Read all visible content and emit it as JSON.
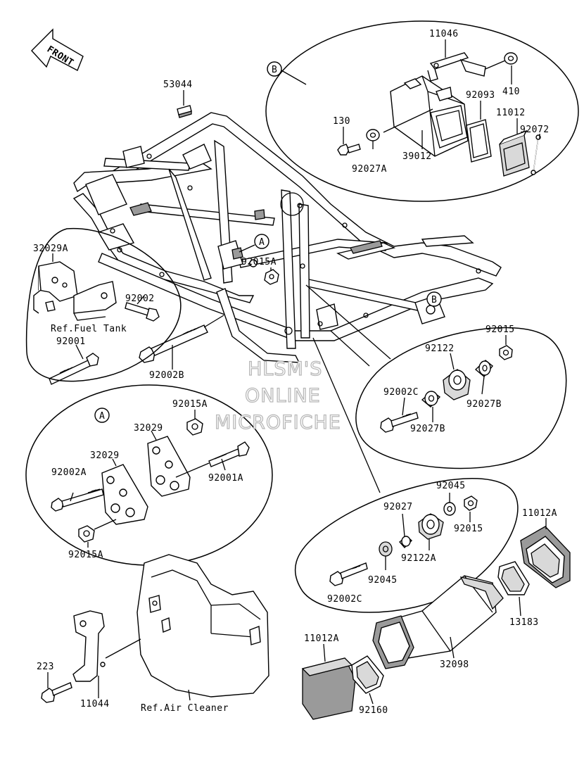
{
  "watermark": [
    "HLSM'S",
    "ONLINE",
    "MICROFICHE"
  ],
  "front_arrow": "FRONT",
  "callouts": {
    "a": "A",
    "b": "B"
  },
  "labels": {
    "p11046": "11046",
    "p410": "410",
    "p92093": "92093",
    "p11012": "11012",
    "p92072": "92072",
    "p130": "130",
    "p39012": "39012",
    "p92027A": "92027A",
    "p53044": "53044",
    "p32029A": "32029A",
    "p92002": "92002",
    "ref_fuel_tank": "Ref.Fuel Tank",
    "p92001": "92001",
    "p92015A_top": "92015A",
    "p92002B": "92002B",
    "p92015_r": "92015",
    "p92122": "92122",
    "p92002C_r": "92002C",
    "p92027B_r": "92027B",
    "p92027B_l": "92027B",
    "p92015A_a1": "92015A",
    "p32029_1": "32029",
    "p32029_2": "32029",
    "p92002A": "92002A",
    "p92001A": "92001A",
    "p92015A_a2": "92015A",
    "p92045_t": "92045",
    "p92027": "92027",
    "p92015_b": "92015",
    "p92122A": "92122A",
    "p92045_b": "92045",
    "p92002C_b": "92002C",
    "p11012A_r": "11012A",
    "p13183": "13183",
    "p32098": "32098",
    "p11012A_l": "11012A",
    "p92160": "92160",
    "p223": "223",
    "p11044": "11044",
    "ref_air_cleaner": "Ref.Air Cleaner"
  }
}
